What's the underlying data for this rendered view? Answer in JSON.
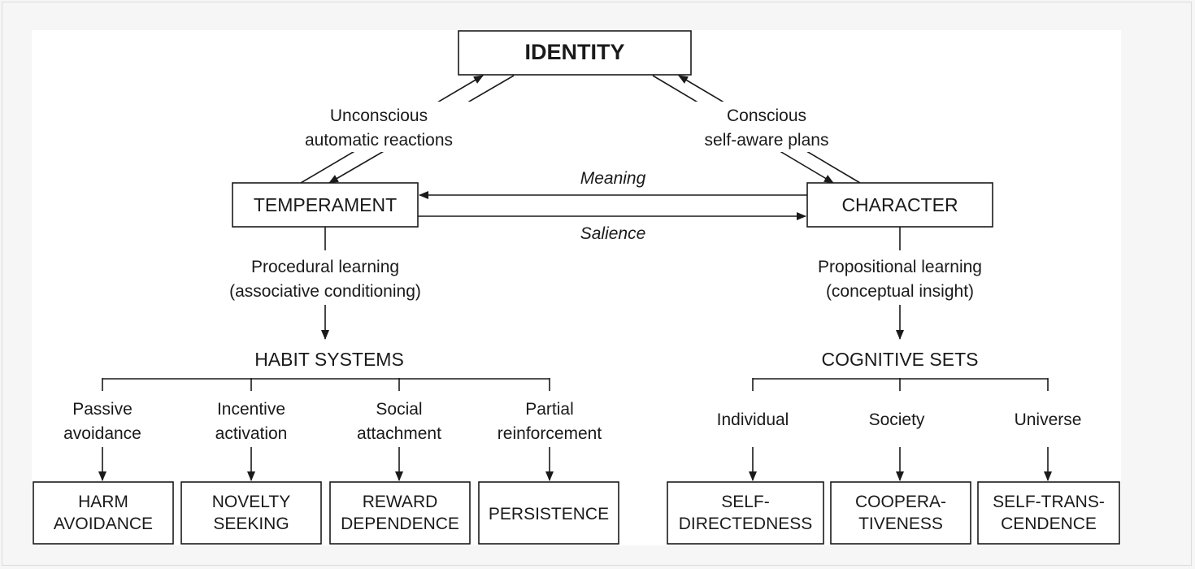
{
  "nodes": {
    "identity": "IDENTITY",
    "temperament": "TEMPERAMENT",
    "character": "CHARACTER",
    "habit_systems": "HABIT SYSTEMS",
    "cognitive_sets": "COGNITIVE SETS"
  },
  "links": {
    "unconscious": [
      "Unconscious",
      "automatic reactions"
    ],
    "conscious": [
      "Conscious",
      "self-aware plans"
    ],
    "meaning": "Meaning",
    "salience": "Salience",
    "procedural": [
      "Procedural learning",
      "(associative conditioning)"
    ],
    "propositional": [
      "Propositional learning",
      "(conceptual insight)"
    ]
  },
  "habits": [
    {
      "label": [
        "Passive",
        "avoidance"
      ],
      "trait": [
        "HARM",
        "AVOIDANCE"
      ]
    },
    {
      "label": [
        "Incentive",
        "activation"
      ],
      "trait": [
        "NOVELTY",
        "SEEKING"
      ]
    },
    {
      "label": [
        "Social",
        "attachment"
      ],
      "trait": [
        "REWARD",
        "DEPENDENCE"
      ]
    },
    {
      "label": [
        "Partial",
        "reinforcement"
      ],
      "trait": [
        "PERSISTENCE"
      ]
    }
  ],
  "cognitive": [
    {
      "label": "Individual",
      "trait": [
        "SELF-",
        "DIRECTEDNESS"
      ]
    },
    {
      "label": "Society",
      "trait": [
        "COOPERA-",
        "TIVENESS"
      ]
    },
    {
      "label": "Universe",
      "trait": [
        "SELF-TRANS-",
        "CENDENCE"
      ]
    }
  ]
}
